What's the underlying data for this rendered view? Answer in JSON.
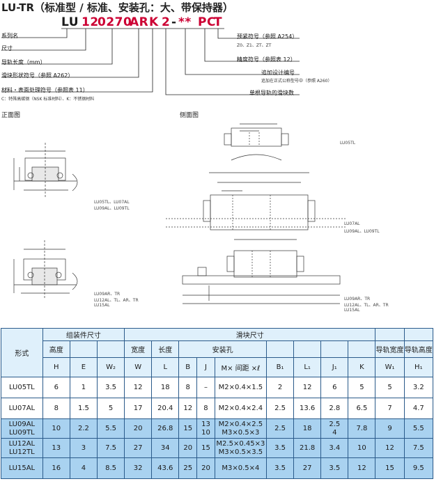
{
  "title": "LU-TR（标准型 / 标准、安装孔：大、带保持器）",
  "code_parts": [
    {
      "text": "LU",
      "red": false
    },
    {
      "text": "12",
      "red": true
    },
    {
      "text": "0270",
      "red": true
    },
    {
      "text": "AR",
      "red": true
    },
    {
      "text": "K",
      "red": true
    },
    {
      "text": "2",
      "red": true
    },
    {
      "text": "-",
      "red": false
    },
    {
      "text": "**",
      "red": true
    },
    {
      "text": "PC",
      "red": true
    },
    {
      "text": "T",
      "red": true
    }
  ],
  "left_labels": [
    "系列名",
    "尺寸",
    "导轨长度（mm）",
    "滑块形状符号（参照 A262）",
    "材料・表面处理符号（参照表 11）"
  ],
  "left_note": "C：特殊高碳钢（NSK 标准材料）、K：不锈钢材料",
  "right_labels": [
    "预紧符号（参照 A254）",
    "精度符号（参照表 12）",
    "追加设计编号",
    "单根导轨的滑块数"
  ],
  "right_notes": [
    "Z0、Z1、ZT、ZT",
    "追加在正式公称型号中（参照 A260）"
  ],
  "front_view_label": "正面图",
  "side_view_label": "侧面图",
  "models": {
    "m1": "LU05TL",
    "m2a": "LU05TL、LU07AL",
    "m2b": "LU09AL、LU09TL",
    "m3a": "LU07AL",
    "m3b": "LU09AL、LU09TL",
    "m4a": "LU09AR、TR",
    "m4b": "LU12AL、TL、AR、TR",
    "m4c": "LU15AL",
    "m5a": "LU09AR、TR",
    "m5b": "LU12AL、TL、AR、TR",
    "m5c": "LU15AL"
  },
  "table": {
    "col_model": "形式",
    "group_assembly": "组装件尺寸",
    "group_block": "滑块尺寸",
    "h_height": "高度",
    "h_width": "宽度",
    "h_length": "长度",
    "h_mount": "安装孔",
    "h_rail_w": "导轨宽度",
    "h_rail_h": "导轨高度",
    "sym": [
      "H",
      "E",
      "W₂",
      "W",
      "L",
      "B",
      "J",
      "M× 间距 ×ℓ",
      "B₁",
      "L₁",
      "J₁",
      "K",
      "W₁",
      "H₁"
    ],
    "rows": [
      {
        "model": "LU05TL",
        "vals": [
          "6",
          "1",
          "3.5",
          "12",
          "18",
          "8",
          "–",
          "M2×0.4×1.5",
          "2",
          "12",
          "6",
          "5",
          "5",
          "3.2"
        ]
      },
      {
        "model": "LU07AL",
        "vals": [
          "8",
          "1.5",
          "5",
          "17",
          "20.4",
          "12",
          "8",
          "M2×0.4×2.4",
          "2.5",
          "13.6",
          "2.8",
          "6.5",
          "7",
          "4.7"
        ]
      },
      {
        "model": "LU09AL",
        "model2": "LU09TL",
        "vals": [
          "10",
          "2.2",
          "5.5",
          "20",
          "26.8",
          "15",
          "13",
          "M2×0.4×2.5",
          "2.5",
          "18",
          "2.5",
          "7.8",
          "9",
          "5.5"
        ],
        "j2": "10",
        "m2": "M3×0.5×3",
        "j1b": "4"
      },
      {
        "model": "LU12AL",
        "model2": "LU12TL",
        "vals": [
          "13",
          "3",
          "7.5",
          "27",
          "34",
          "20",
          "15",
          "M2.5×0.45×3",
          "3.5",
          "21.8",
          "3.4",
          "10",
          "12",
          "7.5"
        ],
        "m2": "M3×0.5×3.5"
      },
      {
        "model": "LU15AL",
        "vals": [
          "16",
          "4",
          "8.5",
          "32",
          "43.6",
          "25",
          "20",
          "M3×0.5×4",
          "3.5",
          "27",
          "3.5",
          "12",
          "15",
          "9.5"
        ]
      }
    ]
  }
}
